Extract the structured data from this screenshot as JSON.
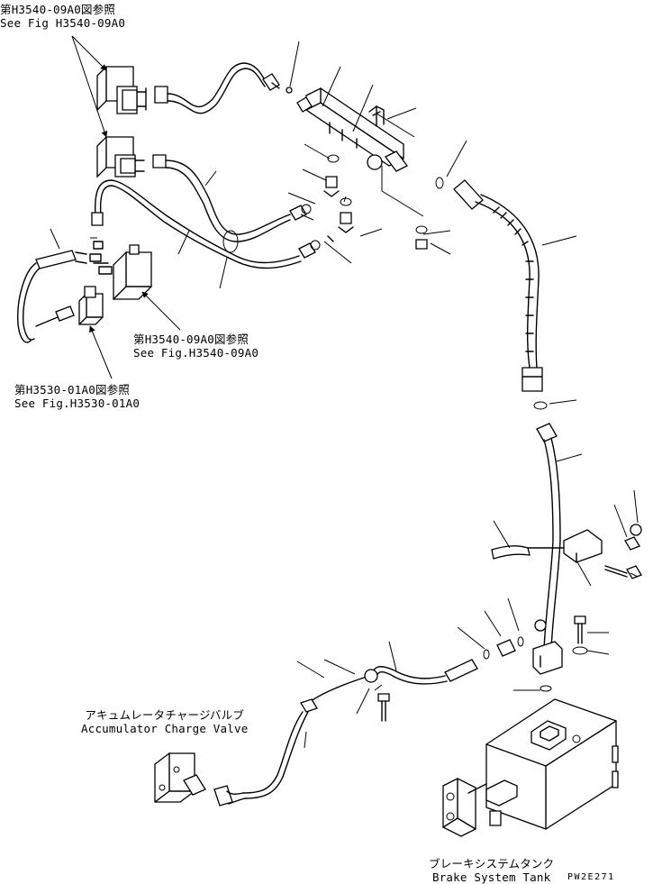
{
  "references": [
    {
      "jp": "第H3540-09A0図参照",
      "en": "See Fig H3540-09A0"
    },
    {
      "jp": "第H3540-09A0図参照",
      "en": "See Fig.H3540-09A0"
    },
    {
      "jp": "第H3530-01A0図参照",
      "en": "See Fig.H3530-01A0"
    }
  ],
  "components": {
    "accumulator_valve": {
      "jp": "アキュムレータチャージバルブ",
      "en": "Accumulator Charge Valve"
    },
    "brake_tank": {
      "jp": "ブレーキシステムタンク",
      "en": "Brake System Tank"
    }
  },
  "drawing_code": "PW2E271"
}
